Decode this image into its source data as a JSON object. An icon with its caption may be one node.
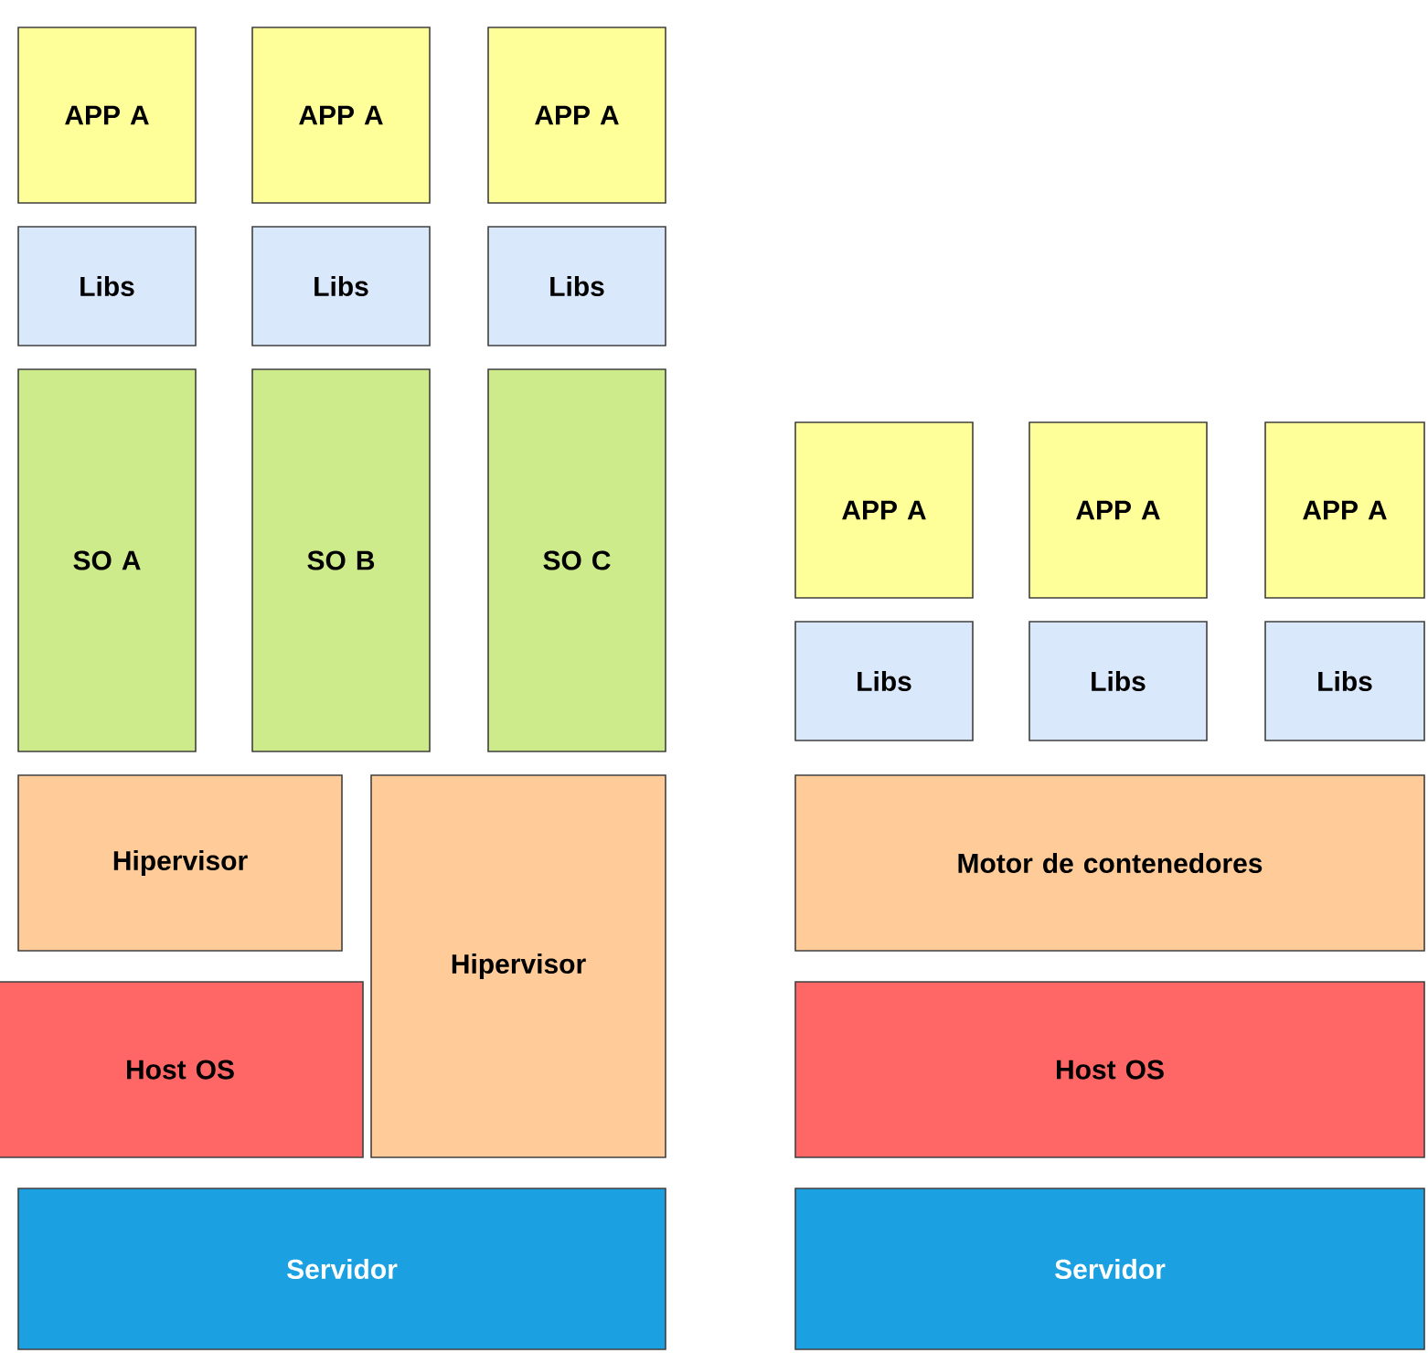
{
  "diagram": {
    "nodes": [
      {
        "text": [
          "APP A"
        ]
      },
      {
        "text": [
          "APP A"
        ]
      },
      {
        "text": [
          "APP A"
        ]
      },
      {
        "text": [
          "Libs"
        ]
      },
      {
        "text": [
          "Libs"
        ]
      },
      {
        "text": [
          "Libs"
        ]
      },
      {
        "text": [
          "SO A"
        ]
      },
      {
        "text": [
          "SO B"
        ]
      },
      {
        "text": [
          "SO C"
        ]
      },
      {
        "text": [
          "Hipervisor"
        ]
      },
      {
        "text": [
          "Hipervisor"
        ]
      },
      {
        "text": [
          "Host OS"
        ]
      },
      {
        "text": [
          "Servidor"
        ]
      },
      {
        "text": [
          "APP A"
        ]
      },
      {
        "text": [
          "APP A"
        ]
      },
      {
        "text": [
          "APP A"
        ]
      },
      {
        "text": [
          "Libs"
        ]
      },
      {
        "text": [
          "Libs"
        ]
      },
      {
        "text": [
          "Libs"
        ]
      },
      {
        "text": [
          "Motor de contenedores"
        ]
      },
      {
        "text": [
          "Host OS"
        ]
      },
      {
        "text": [
          "Servidor"
        ]
      }
    ]
  }
}
